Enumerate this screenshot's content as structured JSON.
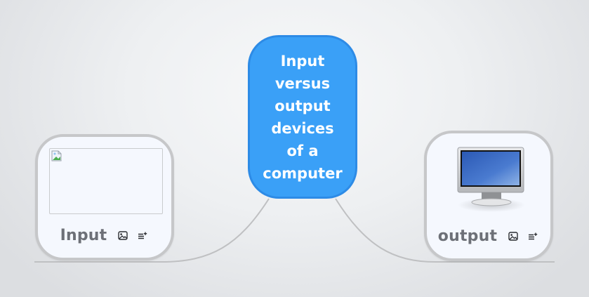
{
  "central_topic": {
    "lines": [
      "Input",
      "versus",
      "output",
      "devices",
      "of a",
      "computer"
    ],
    "fill_color": "#3aa0f7",
    "text_color": "#ffffff"
  },
  "nodes": [
    {
      "label": "Input",
      "image": "broken-image-placeholder",
      "icons": [
        "image-icon",
        "add-notes-icon"
      ]
    },
    {
      "label": "output",
      "image": "computer-monitor",
      "icons": [
        "image-icon",
        "add-notes-icon"
      ]
    }
  ],
  "colors": {
    "connector": "#bfc0c2",
    "node_border": "#c6c7c9",
    "node_fill": "#f5f8fe",
    "label_text": "#6d7077"
  }
}
